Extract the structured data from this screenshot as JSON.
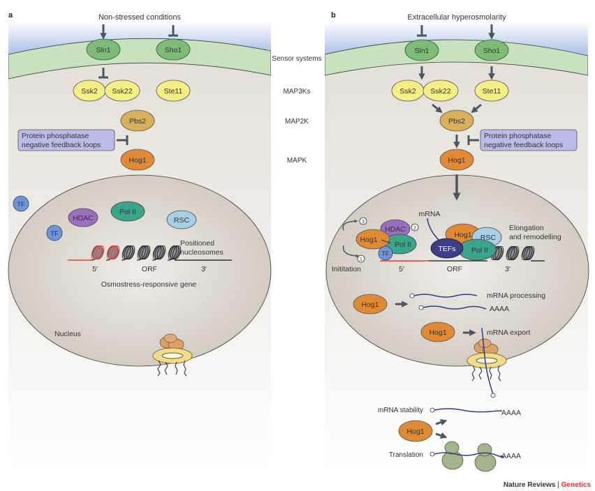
{
  "figure": {
    "footer": {
      "journal": "Nature Reviews",
      "separator": "|",
      "section": "Genetics"
    },
    "colors": {
      "extracellular": "#a9c0e6",
      "membrane": "#c8e2bf",
      "cytoplasm": "#e8e4de",
      "nucleus": "#d3cdc4",
      "sensor_protein": "#7fbb78",
      "map3k": "#f4ee86",
      "map2k": "#d9b05a",
      "mapk": "#e08a35",
      "tf": "#6f95d6",
      "hdac": "#9b6fbf",
      "pol2": "#3aa58a",
      "rsc": "#a9cfe8",
      "tefs": "#3b3d86",
      "feedback_box": "#b9bce6",
      "mrna": "#2f3d8c",
      "ribosome": "#a3b38d",
      "arrow": "#4a5660",
      "promoter_dna": "#d9443a",
      "accent_red": "#d9332b"
    }
  },
  "side_labels": [
    "Sensor systems",
    "MAP3Ks",
    "MAP2K",
    "MAPK"
  ],
  "panel_a": {
    "letter": "a",
    "condition": "Non-stressed conditions",
    "sensors": [
      "Sln1",
      "Sho1"
    ],
    "map3ks": [
      "Ssk2",
      "Ssk22",
      "Ste11"
    ],
    "map2k": "Pbs2",
    "mapk": "Hog1",
    "feedback": [
      "Protein phosphatase",
      "negative feedback loops"
    ],
    "nuclear_factors": [
      "TF",
      "TF",
      "HDAC",
      "Pol II",
      "RSC"
    ],
    "gene": {
      "nucleosome_label": [
        "Positioned",
        "nucleosomes"
      ],
      "five_prime": "5′",
      "orf": "ORF",
      "three_prime": "3′",
      "name": "Osmostress-responsive gene"
    },
    "nucleus_label": "Nucleus"
  },
  "panel_b": {
    "letter": "b",
    "condition": "Extracellular hyperosmolarity",
    "sensors": [
      "Sln1",
      "Sho1"
    ],
    "map3ks": [
      "Ssk2",
      "Ssk22",
      "Ste11"
    ],
    "map2k": "Pbs2",
    "mapk": "Hog1",
    "feedback": [
      "Protein phosphatase",
      "negative feedback loops"
    ],
    "initiation": {
      "hog1": "Hog1",
      "hdac": "HDAC",
      "pol2": "Pol II",
      "tf": "TF",
      "steps": [
        "①",
        "②",
        "③"
      ],
      "label": "Inititation"
    },
    "elongation": {
      "mrna": "mRNA",
      "hog1": "Hog1",
      "rsc": "RSC",
      "tefs": "TEFs",
      "pol2": "Pol II",
      "label": [
        "Elongation",
        "and remodelling"
      ]
    },
    "gene": {
      "five_prime": "5′",
      "orf": "ORF",
      "three_prime": "3′"
    },
    "processing": {
      "hog1": "Hog1",
      "label": "mRNA processing",
      "polya": "AAAA"
    },
    "export": {
      "hog1": "Hog1",
      "label": "mRNA export"
    },
    "cytoplasmic": {
      "stability_label": "mRNA stability",
      "hog1": "Hog1",
      "translation_label": "Translation",
      "polya": "AAAA"
    }
  }
}
